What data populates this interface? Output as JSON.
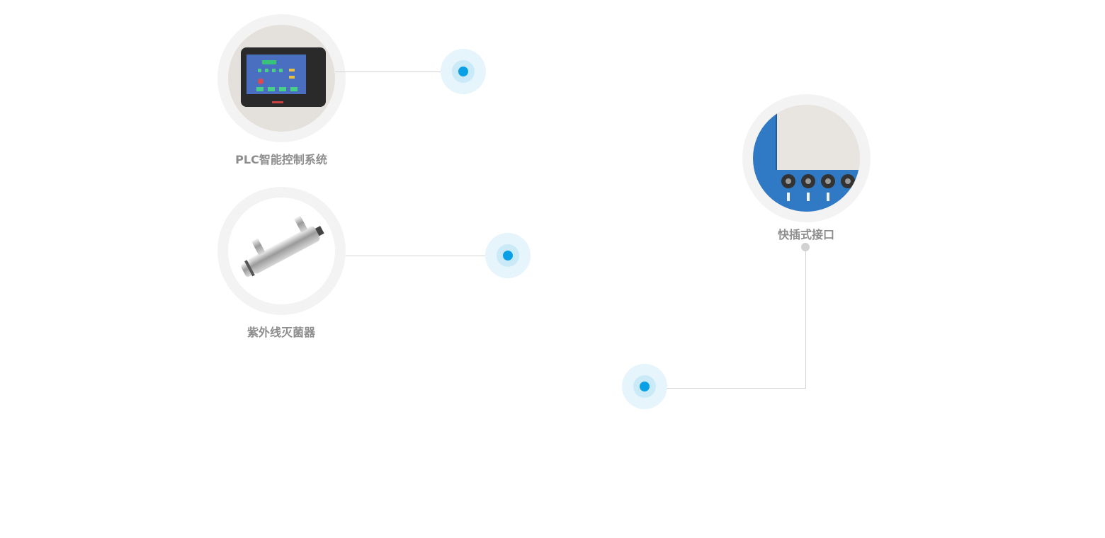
{
  "features": [
    {
      "id": "plc",
      "label": "PLC智能控制系统",
      "icon": "touchscreen-panel-icon"
    },
    {
      "id": "uv",
      "label": "紫外线灭菌器",
      "icon": "uv-sterilizer-tube-icon"
    },
    {
      "id": "connector",
      "label": "快插式接口",
      "icon": "quick-connector-panel-icon"
    }
  ],
  "colors": {
    "hotspot_dot": "#0aa0e6",
    "hotspot_glow": "#cbeaf8",
    "ring": "#f3f3f3",
    "caption": "#8d8d8d",
    "line": "#d4d4d4"
  }
}
